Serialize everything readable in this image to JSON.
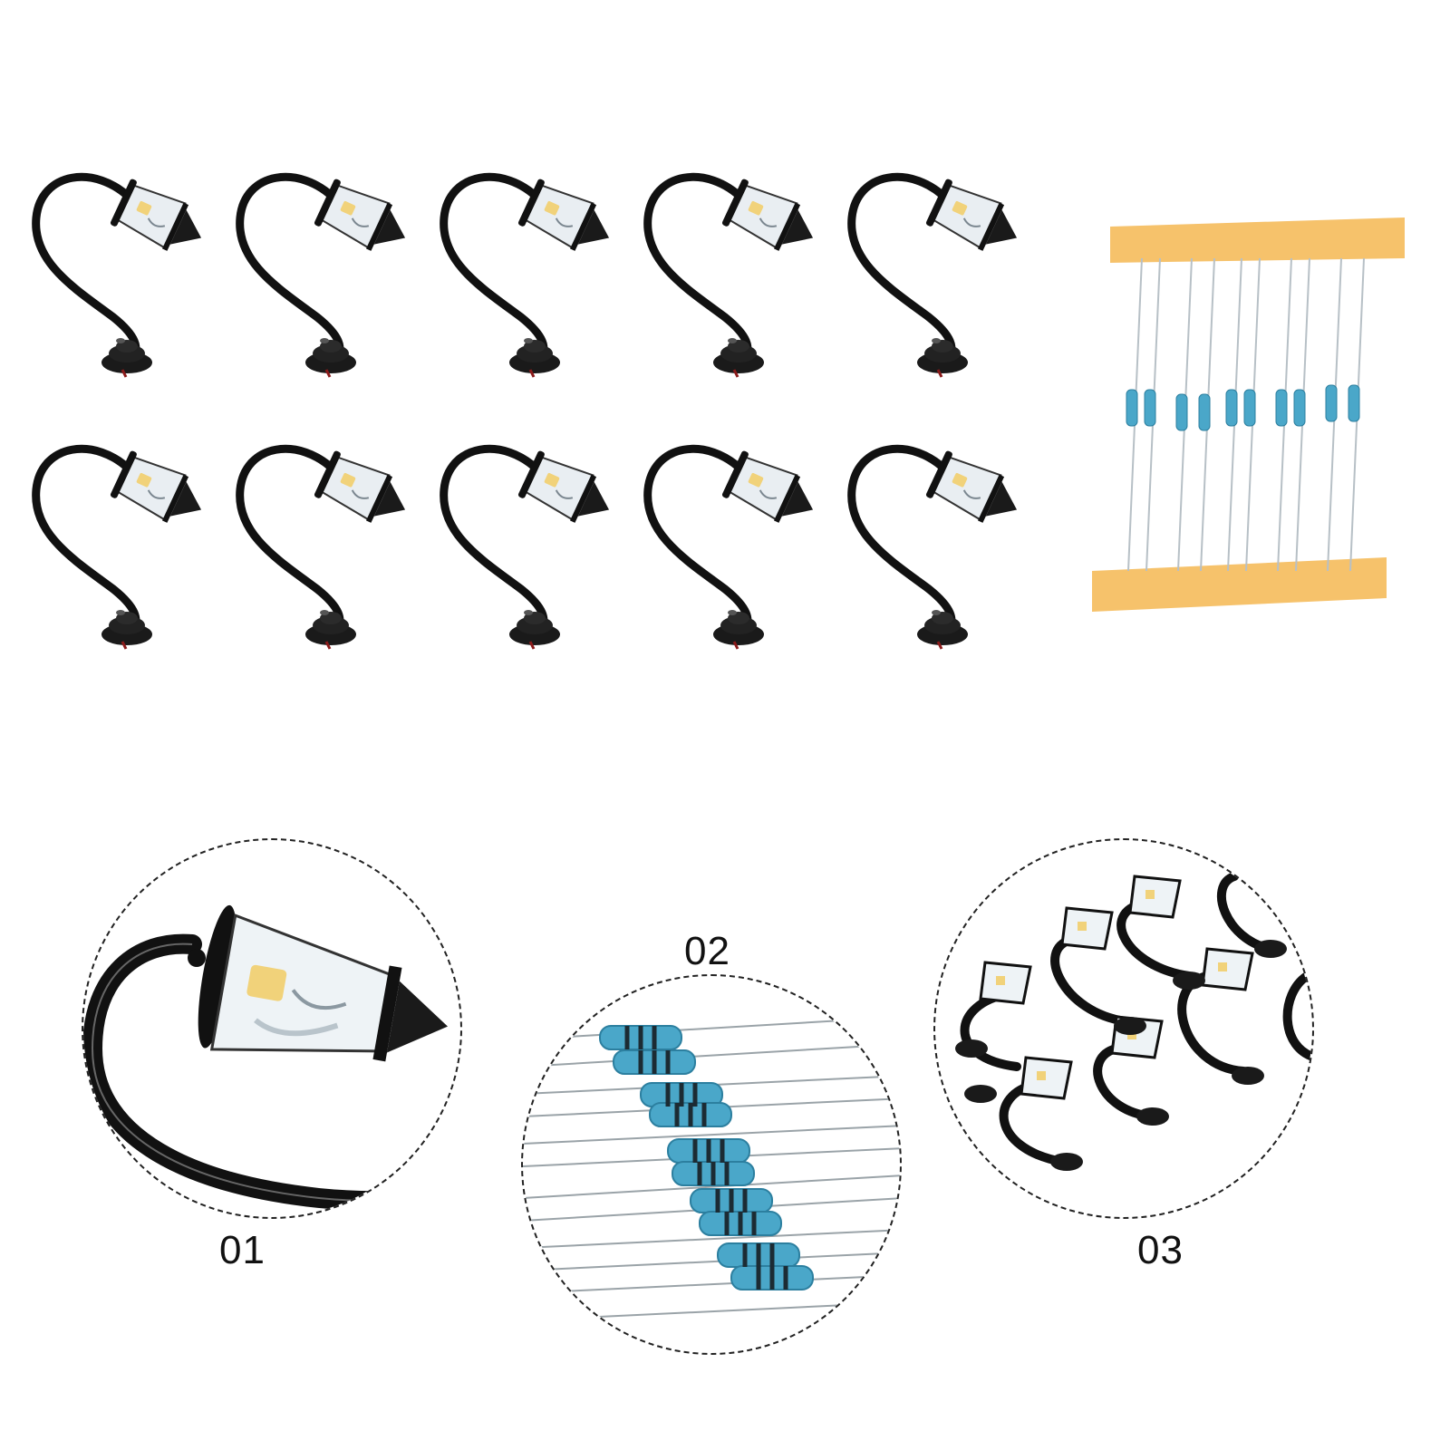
{
  "palette": {
    "lamp_black": "#111111",
    "glass": "#e9eef2",
    "bulb": "#f1d27a",
    "resistor_blue": "#4aa7c9",
    "band_dark": "#1c2b33",
    "band_green": "#2d8a4e",
    "tape_orange": "#f6c26b",
    "wire": "#9aa3a8"
  },
  "product": {
    "lamp_count": 10,
    "lamp_rows": 2,
    "resistor_count": 10
  },
  "details": [
    {
      "label": "01",
      "subject": "lamp-head-closeup"
    },
    {
      "label": "02",
      "subject": "resistors-closeup"
    },
    {
      "label": "03",
      "subject": "lamps-pile"
    }
  ]
}
